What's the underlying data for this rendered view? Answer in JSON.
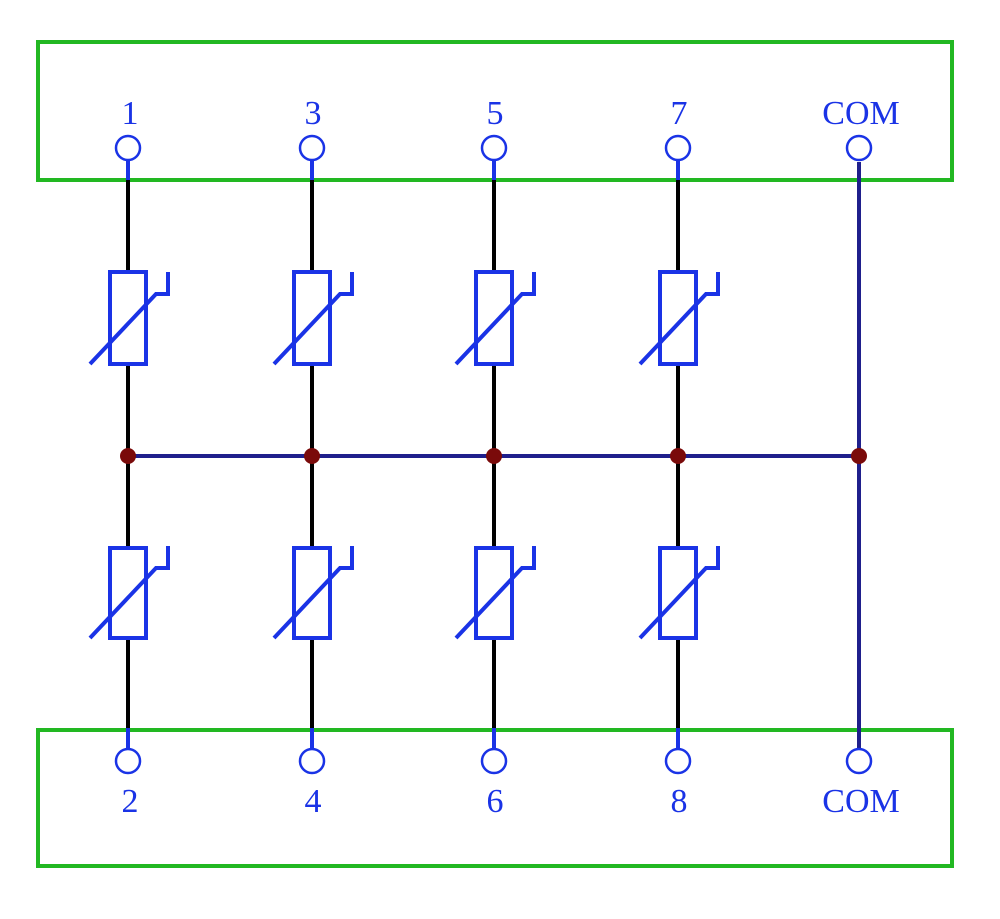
{
  "colors": {
    "background": "#ffffff",
    "connector_box": "#22b822",
    "component": "#1a33e6",
    "lead_wire": "#000000",
    "bus_wire": "#1f1f8c",
    "junction": "#7a0a0a",
    "label": "#1a33e6"
  },
  "top_connector": {
    "terminals": [
      {
        "label": "1"
      },
      {
        "label": "3"
      },
      {
        "label": "5"
      },
      {
        "label": "7"
      },
      {
        "label": "COM"
      }
    ]
  },
  "bottom_connector": {
    "terminals": [
      {
        "label": "2"
      },
      {
        "label": "4"
      },
      {
        "label": "6"
      },
      {
        "label": "8"
      },
      {
        "label": "COM"
      }
    ]
  },
  "components": {
    "upper_row_count": 4,
    "lower_row_count": 4,
    "symbol": "varistor"
  }
}
